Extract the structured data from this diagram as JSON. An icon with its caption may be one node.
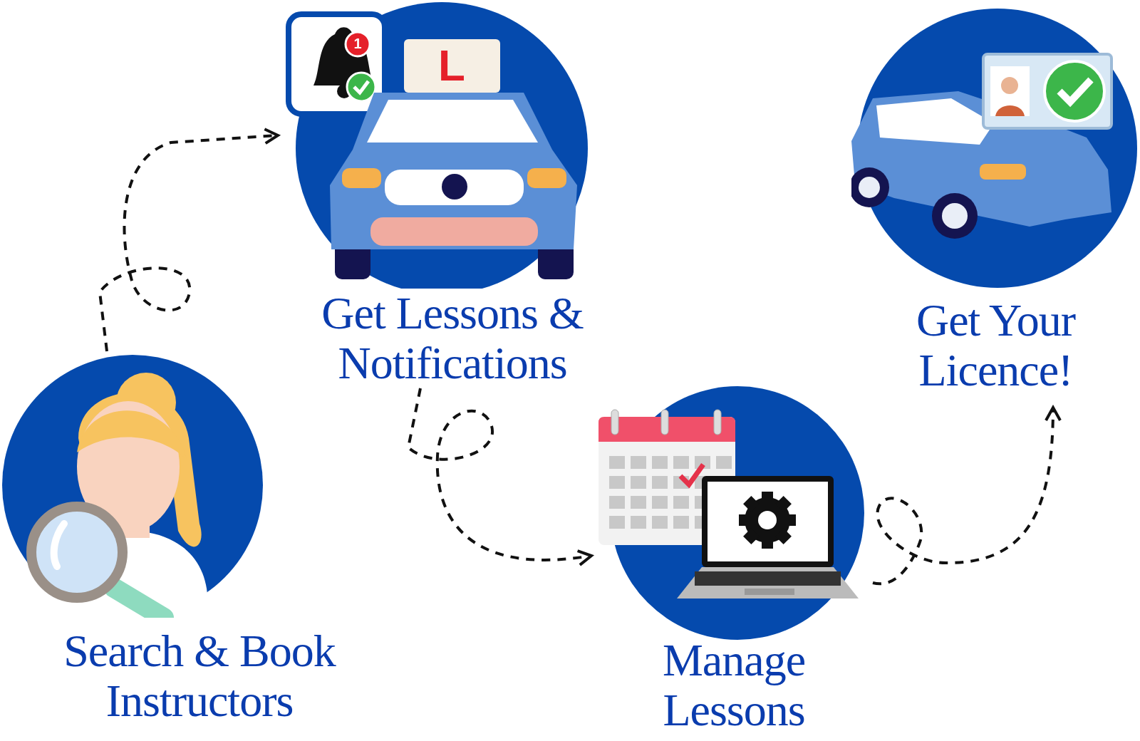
{
  "diagram": {
    "nodes": [
      {
        "text": [
          "Search & Book Instructors"
        ]
      },
      {
        "text": [
          "Get Lessons & Notifications"
        ]
      },
      {
        "text": [
          "Manage Lessons"
        ]
      },
      {
        "text": [
          "Get Your Licence!"
        ]
      }
    ],
    "edges": [
      {
        "from": 0,
        "to": 1,
        "arrow": "to",
        "style": "dashed"
      },
      {
        "from": 1,
        "to": 2,
        "arrow": "to",
        "style": "dashed"
      },
      {
        "from": 2,
        "to": 3,
        "arrow": "to",
        "style": "dashed"
      }
    ],
    "labels": [
      "1",
      "L"
    ]
  }
}
